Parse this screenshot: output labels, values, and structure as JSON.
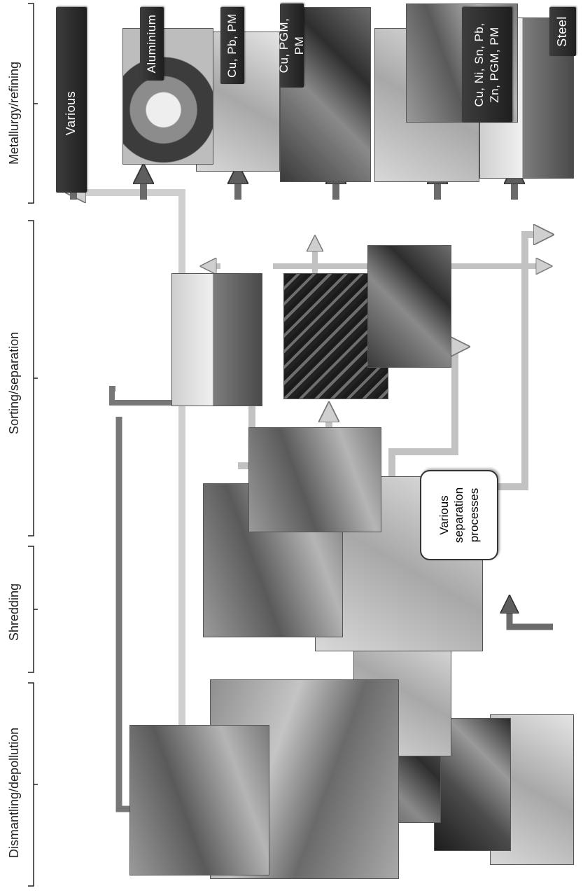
{
  "metal_labels": {
    "steel": "Steel",
    "smelter": "Cu, Ni, Sn, Pb,\nZn, PGM, PM",
    "electrorefining": "Cu, PGM, PM",
    "furnace": "Cu, Pb, PM",
    "aluminium": "Aluminium",
    "various": "Various"
  },
  "callout": {
    "text": "Various\nseparation\nprocesses"
  },
  "stages": {
    "dismantling": "Dismantling/depollution",
    "shredding": "Shredding",
    "sorting": "Sorting/separation",
    "metallurgy": "Metallurgy/refining"
  },
  "colors": {
    "dark_arrow": "#6a6a6a",
    "light_arrow": "#d0d0d0",
    "label_box": "#2b2b2b"
  }
}
